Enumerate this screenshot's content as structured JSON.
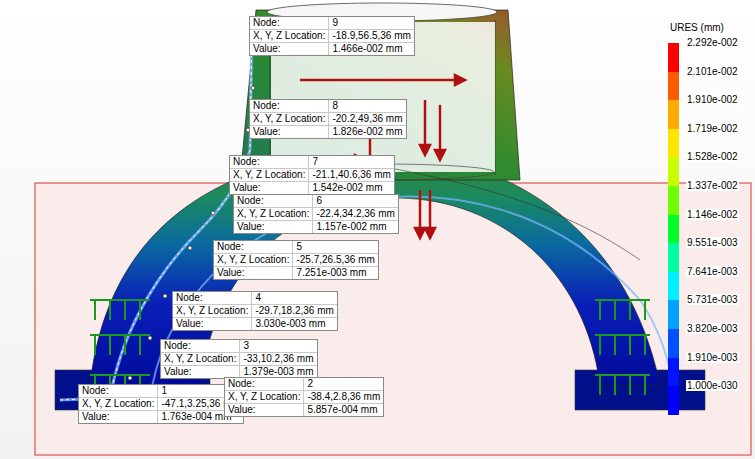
{
  "diagram": {
    "nodes": [
      {
        "text": [
          "Node:",
          "9",
          "X, Y, Z Location:",
          "-18.9,56.5,36 mm",
          "Value:",
          "1.466e-002 mm"
        ]
      },
      {
        "text": [
          "Node:",
          "8",
          "X, Y, Z Location:",
          "-20.2,49,36 mm",
          "Value:",
          "1.826e-002 mm"
        ]
      },
      {
        "text": [
          "Node:",
          "7",
          "X, Y, Z Location:",
          "-21.1,40.6,36 mm",
          "Value:",
          "1.542e-002 mm"
        ]
      },
      {
        "text": [
          "Node:",
          "6",
          "X, Y, Z Location:",
          "-22.4,34.2,36 mm",
          "Value:",
          "1.157e-002 mm"
        ]
      },
      {
        "text": [
          "Node:",
          "5",
          "X, Y, Z Location:",
          "-25.7,26.5,36 mm",
          "Value:",
          "7.251e-003 mm"
        ]
      },
      {
        "text": [
          "Node:",
          "4",
          "X, Y, Z Location:",
          "-29.7,18.2,36 mm",
          "Value:",
          "3.030e-003 mm"
        ]
      },
      {
        "text": [
          "Node:",
          "3",
          "X, Y, Z Location:",
          "-33,10.2,36 mm",
          "Value:",
          "1.379e-003 mm"
        ]
      },
      {
        "text": [
          "Node:",
          "1",
          "X, Y, Z Location:",
          "-47.1,3.25,36 mm",
          "Value:",
          "1.763e-004 mm"
        ]
      },
      {
        "text": [
          "Node:",
          "2",
          "X, Y, Z Location:",
          "-38.4,2.8,36 mm",
          "Value:",
          "5.857e-004 mm"
        ]
      }
    ],
    "labels": [
      "URES (mm)"
    ],
    "legend": [
      {
        "text": "2.292e-002",
        "color": "#ff0000"
      },
      {
        "text": "2.101e-002",
        "color": "#ff5a00"
      },
      {
        "text": "1.910e-002",
        "color": "#ffaa00"
      },
      {
        "text": "1.719e-002",
        "color": "#ffe600"
      },
      {
        "text": "1.528e-002",
        "color": "#c8ff00"
      },
      {
        "text": "1.337e-002",
        "color": "#6eff00"
      },
      {
        "text": "1.146e-002",
        "color": "#00ff28"
      },
      {
        "text": "9.551e-003",
        "color": "#00ffa0"
      },
      {
        "text": "7.641e-003",
        "color": "#00f0ff"
      },
      {
        "text": "5.731e-003",
        "color": "#00a0ff"
      },
      {
        "text": "3.820e-003",
        "color": "#0050ff"
      },
      {
        "text": "1.910e-003",
        "color": "#0014ff"
      },
      {
        "text": "1.000e-030",
        "color": "#0000ff"
      }
    ]
  }
}
